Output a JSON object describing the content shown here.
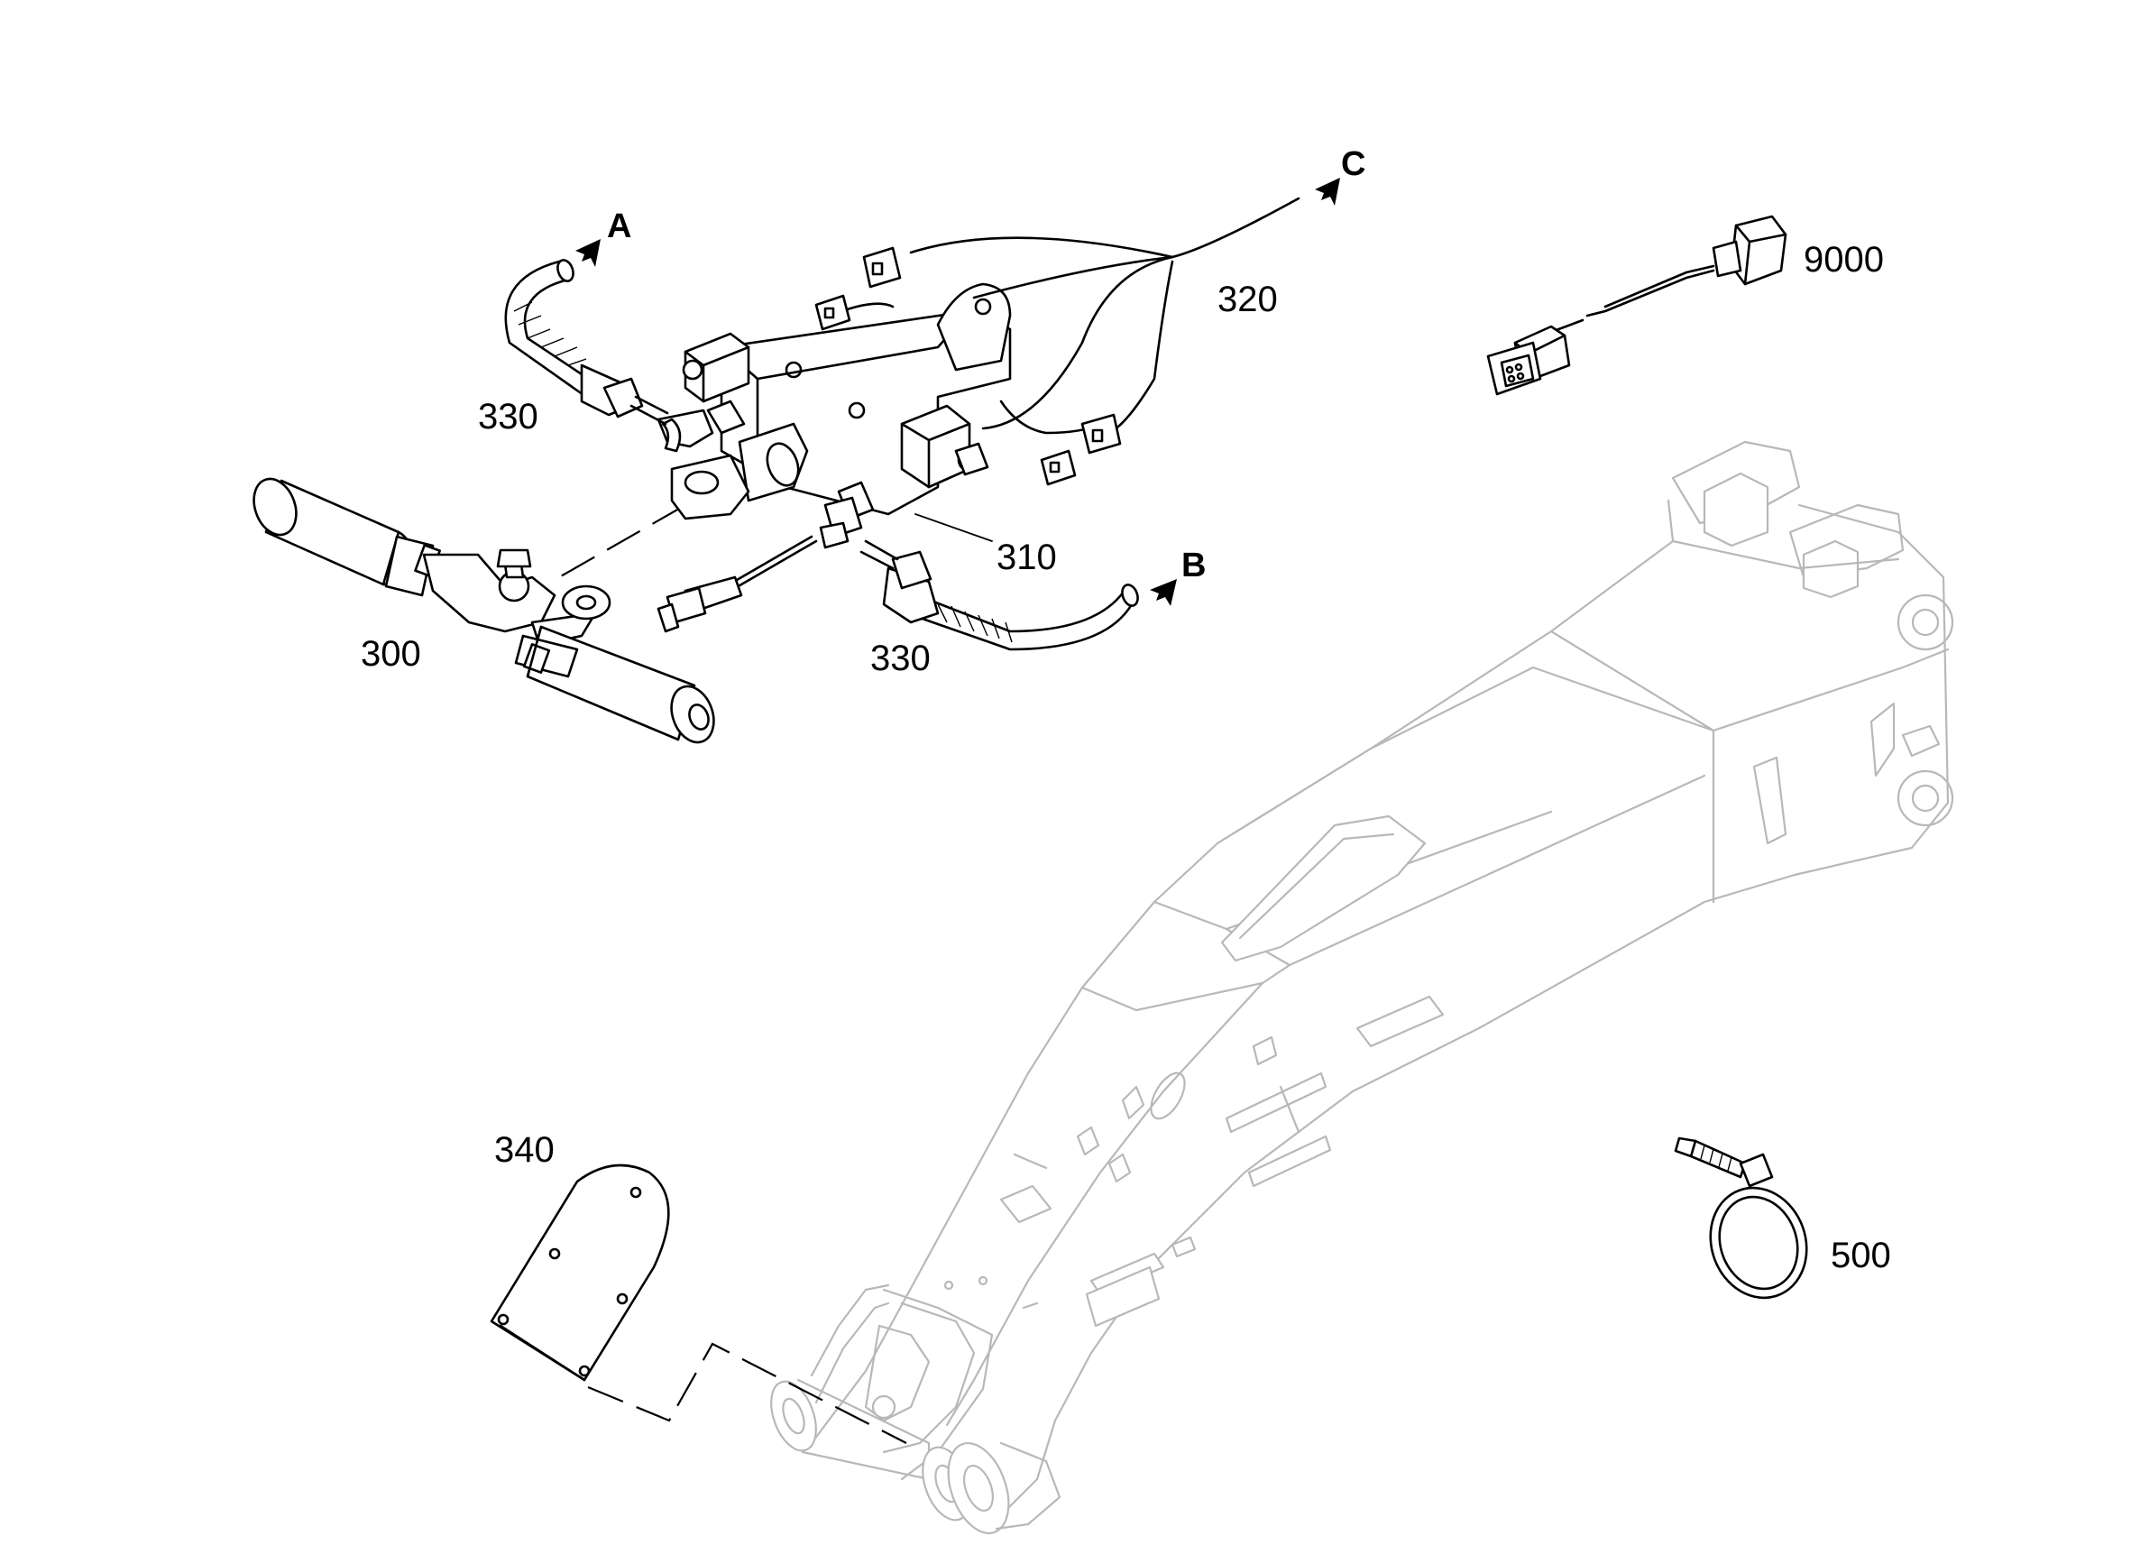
{
  "parts": [
    {
      "id": "p300",
      "label": "300",
      "icon": "accumulator-cylinder-icon"
    },
    {
      "id": "p310",
      "label": "310",
      "icon": "valve-block-icon"
    },
    {
      "id": "p320",
      "label": "320",
      "icon": "wiring-harness-icon"
    },
    {
      "id": "p330a",
      "label": "330",
      "icon": "hydraulic-hose-icon"
    },
    {
      "id": "p330b",
      "label": "330",
      "icon": "hydraulic-hose-icon"
    },
    {
      "id": "p340",
      "label": "340",
      "icon": "cover-plate-icon"
    },
    {
      "id": "p500",
      "label": "500",
      "icon": "cable-tie-icon"
    },
    {
      "id": "p9000",
      "label": "9000",
      "icon": "connector-cable-icon"
    }
  ],
  "connection_markers": [
    {
      "id": "A",
      "label": "A",
      "icon": "arrow-icon"
    },
    {
      "id": "B",
      "label": "B",
      "icon": "arrow-icon"
    },
    {
      "id": "C",
      "label": "C",
      "icon": "arrow-icon"
    }
  ],
  "background_part": {
    "icon": "boom-arm-icon"
  },
  "colors": {
    "ink": "#000000",
    "ghost": "#b8b8b8",
    "background": "#ffffff"
  }
}
